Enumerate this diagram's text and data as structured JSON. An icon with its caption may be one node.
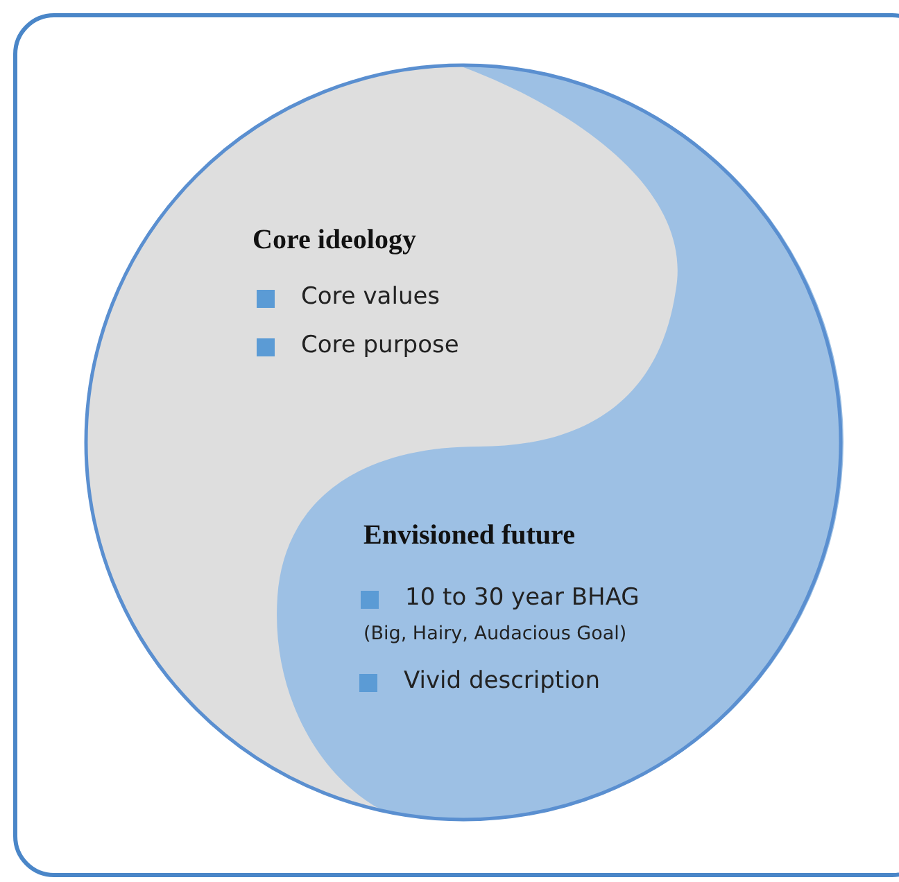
{
  "diagram": {
    "nodes": [
      {
        "text": [
          "Core ideology",
          "Core values",
          "Core purpose"
        ]
      },
      {
        "text": [
          "Envisioned future",
          "10 to 30 year BHAG",
          "(Big, Hairy, Audacious Goal)",
          "Vivid description"
        ]
      }
    ]
  }
}
